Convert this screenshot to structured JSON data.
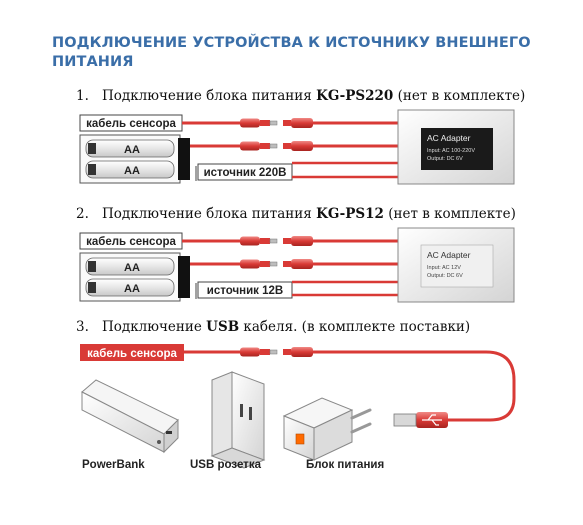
{
  "heading": "ПОДКЛЮЧЕНИЕ УСТРОЙСТВА К ИСТОЧНИКУ ВНЕШНЕГО ПИТАНИЯ",
  "steps": [
    {
      "num": "1.",
      "before": "Подключение блока питания ",
      "bold": "KG-PS220",
      "after": " (нет в комплекте)"
    },
    {
      "num": "2.",
      "before": "Подключение блока питания ",
      "bold": "KG-PS12",
      "after": " (нет в комплекте)"
    },
    {
      "num": "3.",
      "before": "Подключение ",
      "bold": "USB",
      "after": " кабеля.  (в комплекте поставки)"
    }
  ],
  "diagram1": {
    "sensor_cable": "кабель сенсора",
    "battery_top": "AA",
    "battery_bottom": "AA",
    "source": "источник 220В",
    "adapter_title": "AC Adapter",
    "adapter_input": "Input:   AC 100-220V",
    "adapter_output": "Output: DC 6V"
  },
  "diagram2": {
    "sensor_cable": "кабель сенсора",
    "battery_top": "AA",
    "battery_bottom": "AA",
    "source": "источник 12В",
    "adapter_title": "AC Adapter",
    "adapter_input": "Input:   AC 12V",
    "adapter_output": "Output: DC 6V"
  },
  "diagram3": {
    "sensor_cable": "кабель сенсора",
    "powerbank": "PowerBank",
    "usb_socket": "USB розетка",
    "power_unit": "Блок питания"
  },
  "colors": {
    "heading": "#3a6ea8",
    "cable": "#d93a36",
    "adapter1": "#1a1a1a",
    "adapter2": "#f0f0f0"
  }
}
